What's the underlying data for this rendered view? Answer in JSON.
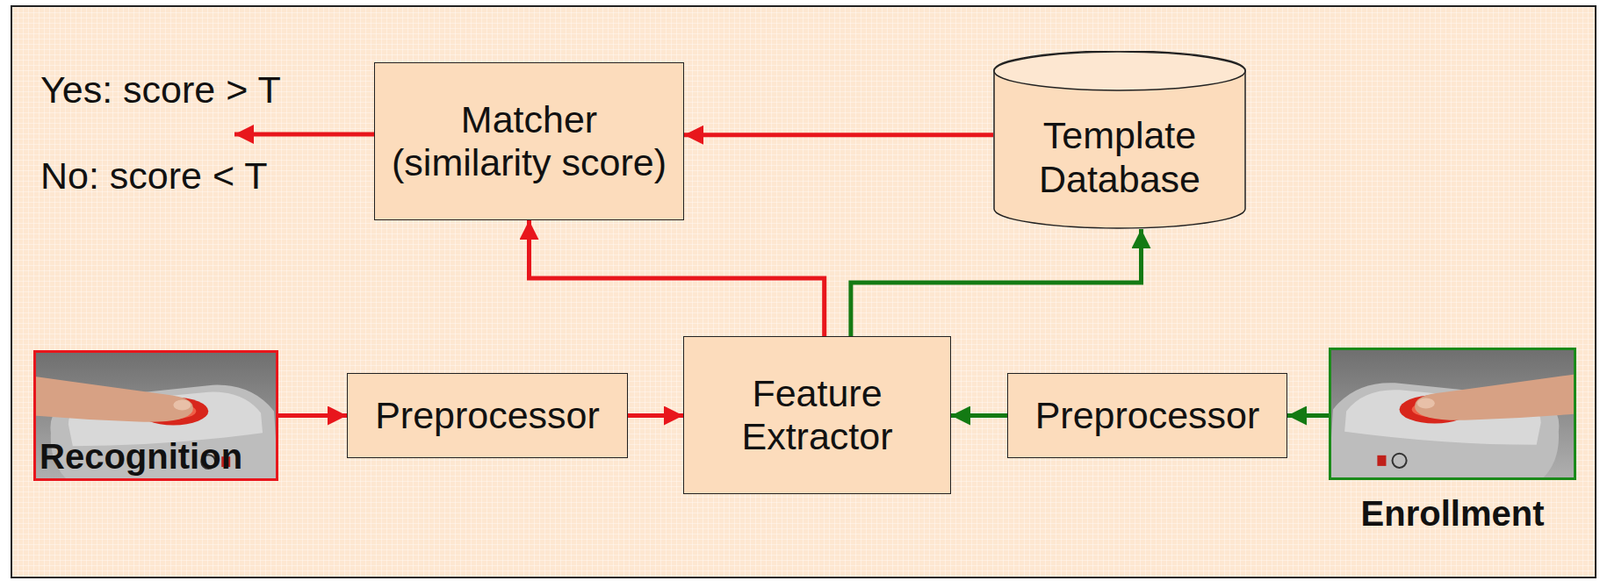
{
  "diagram": {
    "nodes": [
      {
        "text": [
          "Matcher",
          "(similarity score)"
        ]
      },
      {
        "text": [
          "Template Database"
        ]
      },
      {
        "text": [
          "Recognition"
        ]
      },
      {
        "text": [
          "Preprocessor"
        ]
      },
      {
        "text": [
          "Feature Extractor"
        ]
      },
      {
        "text": [
          "Preprocessor"
        ]
      },
      {
        "text": [
          "Enrollment"
        ]
      }
    ],
    "edges": [
      {
        "from": 1,
        "to": 0,
        "arrow": "to"
      },
      {
        "from": 2,
        "to": 3,
        "arrow": "to"
      },
      {
        "from": 3,
        "to": 4,
        "arrow": "to"
      },
      {
        "from": 4,
        "to": 0,
        "arrow": "to"
      },
      {
        "from": 6,
        "to": 5,
        "arrow": "to"
      },
      {
        "from": 5,
        "to": 4,
        "arrow": "to"
      },
      {
        "from": 4,
        "to": 1,
        "arrow": "to"
      }
    ],
    "labels": [
      "Yes: score > T",
      "No: score < T"
    ]
  }
}
